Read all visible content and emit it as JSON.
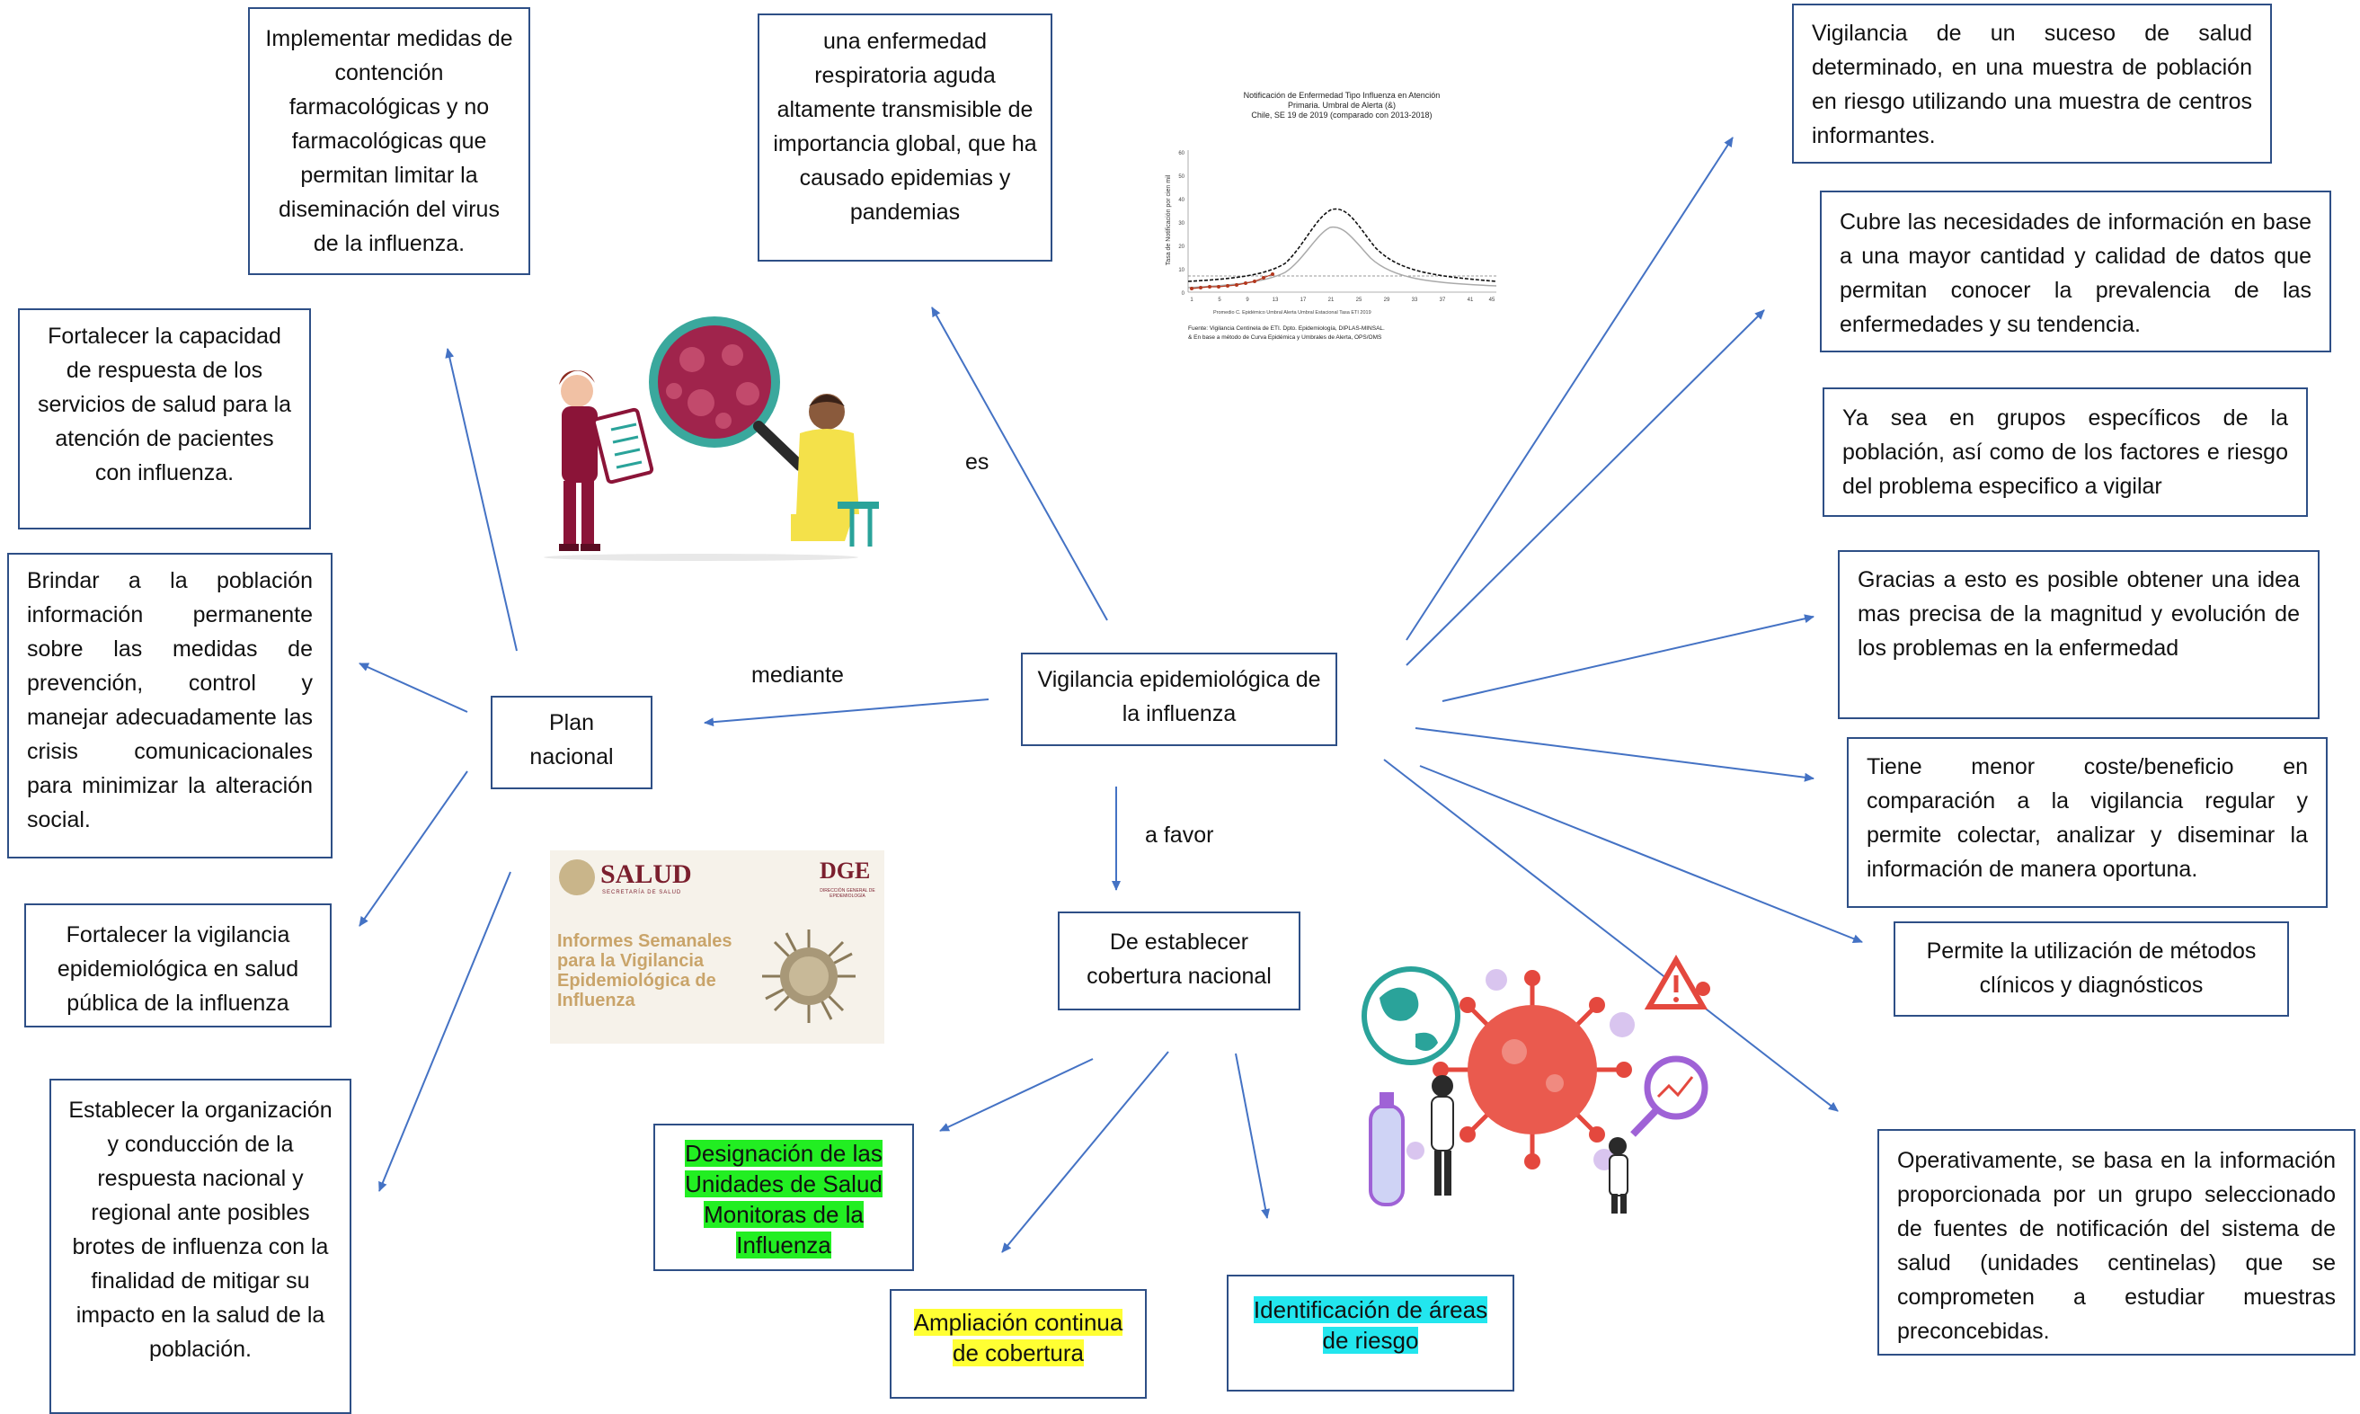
{
  "center": {
    "text": "Vigilancia epidemiológica de la influenza"
  },
  "labels": {
    "es": "es",
    "mediante": "mediante",
    "a_favor": "a favor"
  },
  "plan": {
    "text": "Plan nacional"
  },
  "definition": {
    "text": "una enfermedad respiratoria aguda altamente transmisible de importancia global, que ha causado epidemias y pandemias"
  },
  "plan_objectives": [
    "Implementar medidas de contención farmacológicas y no farmacológicas que permitan limitar la diseminación del virus de la influenza.",
    "Fortalecer la capacidad de respuesta de los servicios de salud para la atención de pacientes con influenza.",
    "Brindar a la población información permanente sobre las medidas de prevención, control y manejar adecuadamente las crisis comunicacionales para minimizar la alteración social.",
    "Fortalecer la vigilancia epidemiológica en salud pública de la influenza",
    "Establecer la organización y conducción de la respuesta nacional y regional ante posibles brotes de influenza con la finalidad de mitigar su impacto en la salud de la población."
  ],
  "coverage": {
    "text": "De establecer cobertura nacional",
    "items": [
      {
        "text": "Designación de las Unidades de Salud Monitoras de la Influenza",
        "highlight": "#22ee22"
      },
      {
        "text": "Ampliación continua de cobertura",
        "highlight": "#ffff33"
      },
      {
        "text": "Identificación de áreas de riesgo",
        "highlight": "#22e6ee"
      }
    ]
  },
  "characteristics": [
    "Vigilancia de un suceso de salud determinado, en una muestra de población en riesgo utilizando una muestra de centros informantes.",
    "Cubre las necesidades de información en base a una mayor cantidad y calidad de datos que permitan conocer la prevalencia de las enfermedades y su tendencia.",
    "Ya sea en grupos específicos de la población, así como de los factores e riesgo del problema especifico a vigilar",
    "Gracias a esto es posible obtener una idea mas precisa de la magnitud y evolución de los problemas en la enfermedad",
    "Tiene menor coste/beneficio en comparación a la vigilancia regular y permite colectar, analizar y diseminar la información de manera oportuna.",
    "Permite la utilización de métodos clínicos y diagnósticos",
    "Operativamente, se basa en la información proporcionada por un grupo seleccionado de fuentes de notificación del sistema de salud (unidades centinelas) que se comprometen a estudiar muestras preconcebidas."
  ],
  "mini_chart": {
    "title": "Notificación de Enfermedad Tipo Influenza en Atención Primaria. Umbral de Alerta (&) Chile, SE 19 de 2019 (comparado con 2013-2018)",
    "ylabel": "Tasa de Notificación por cien mil",
    "legend": [
      "Promedio",
      "C. Epidémico",
      "Umbral Alerta",
      "Umbral Estacional",
      "Tasa ETI 2019"
    ],
    "source": "Fuente: Vigilancia Centinela de ETI. Dpto. Epidemiología, DIPLAS-MINSAL. & En base a método de Curva Epidémica y Umbrales de Alerta, OPS/OMS",
    "x": [
      "1",
      "5",
      "9",
      "13",
      "17",
      "21",
      "25",
      "29",
      "33",
      "37",
      "41",
      "45"
    ],
    "y": [
      "0",
      "10",
      "20",
      "30",
      "40",
      "50",
      "60"
    ]
  },
  "report_image": {
    "brand": "SALUD",
    "brand_sub": "SECRETARÍA DE SALUD",
    "dge": "DGE",
    "dge_sub": "DIRECCIÓN GENERAL DE EPIDEMIOLOGÍA",
    "title": "Informes Semanales para la Vigilancia Epidemiológica de Influenza"
  },
  "colors": {
    "box_border": "#2e4f86",
    "arrow": "#4472c4"
  }
}
